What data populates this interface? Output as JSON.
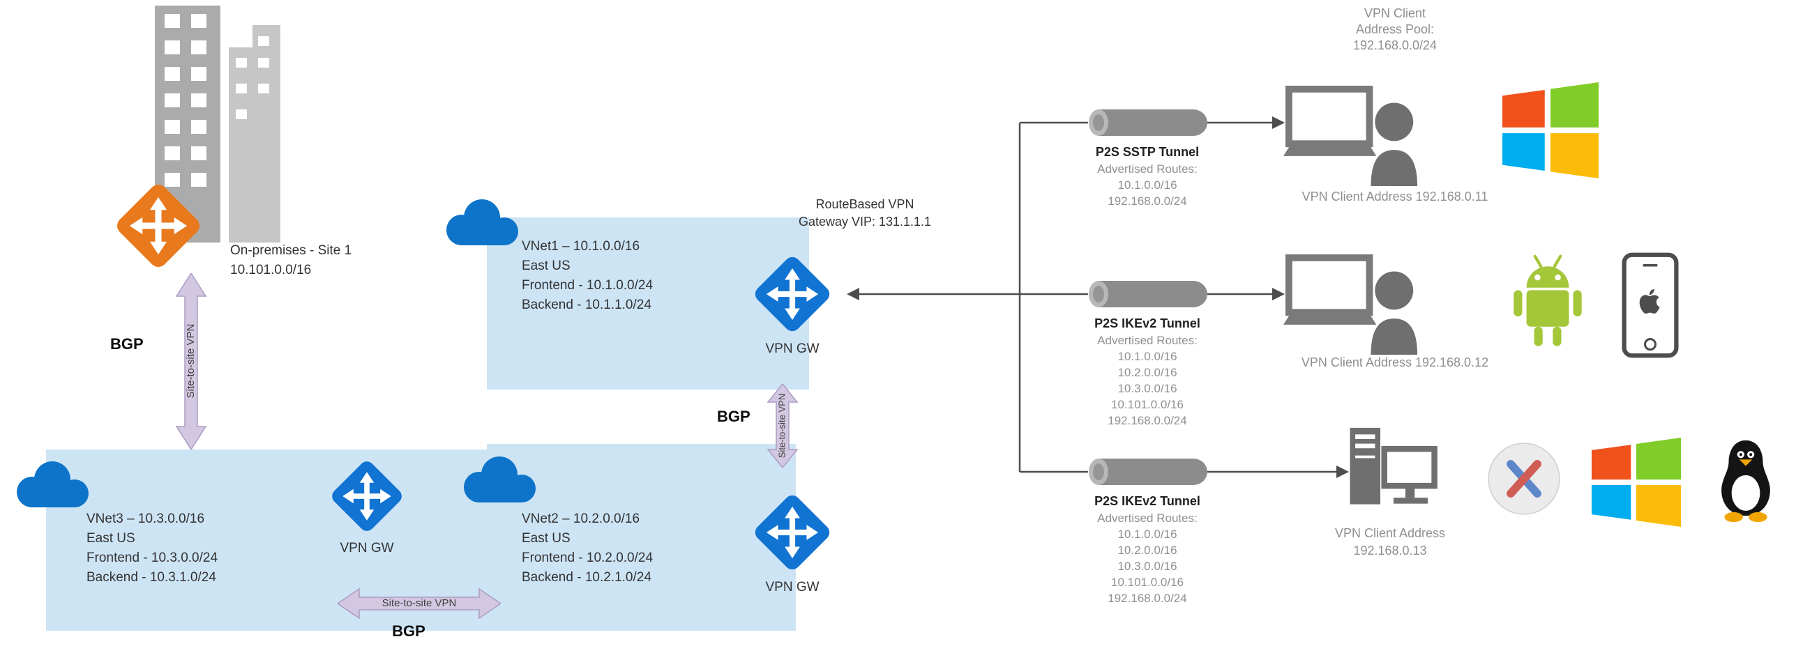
{
  "onprem": {
    "line1": "On-premises - Site 1",
    "line2": "10.101.0.0/16"
  },
  "labels": {
    "bgp": "BGP",
    "site_to_site": "Site-to-site VPN",
    "vpn_gw": "VPN GW"
  },
  "gateway_note": {
    "line1": "RouteBased VPN",
    "line2": "Gateway VIP: 131.1.1.1"
  },
  "client_pool": {
    "line1": "VPN Client",
    "line2": "Address Pool:",
    "line3": "192.168.0.0/24"
  },
  "vnets": {
    "vnet1": {
      "title": "VNet1 – 10.1.0.0/16",
      "region": "East US",
      "frontend": "Frontend - 10.1.0.0/24",
      "backend": "Backend - 10.1.1.0/24"
    },
    "vnet2": {
      "title": "VNet2 – 10.2.0.0/16",
      "region": "East US",
      "frontend": "Frontend - 10.2.0.0/24",
      "backend": "Backend - 10.2.1.0/24"
    },
    "vnet3": {
      "title": "VNet3 – 10.3.0.0/16",
      "region": "East US",
      "frontend": "Frontend - 10.3.0.0/24",
      "backend": "Backend - 10.3.1.0/24"
    }
  },
  "tunnels": [
    {
      "title": "P2S SSTP Tunnel",
      "routes_heading": "Advertised Routes:",
      "routes": [
        "10.1.0.0/16",
        "192.168.0.0/24"
      ]
    },
    {
      "title": "P2S IKEv2 Tunnel",
      "routes_heading": "Advertised Routes:",
      "routes": [
        "10.1.0.0/16",
        "10.2.0.0/16",
        "10.3.0.0/16",
        "10.101.0.0/16",
        "192.168.0.0/24"
      ]
    },
    {
      "title": "P2S IKEv2 Tunnel",
      "routes_heading": "Advertised Routes:",
      "routes": [
        "10.1.0.0/16",
        "10.2.0.0/16",
        "10.3.0.0/16",
        "10.101.0.0/16",
        "192.168.0.0/24"
      ]
    }
  ],
  "clients": [
    {
      "address": "VPN Client Address 192.168.0.11"
    },
    {
      "address": "VPN Client Address 192.168.0.12"
    },
    {
      "address_line1": "VPN Client Address",
      "address_line2": "192.168.0.13"
    }
  ],
  "colors": {
    "vnet_box": "#cde4f5",
    "gateway_blue": "#1173d2",
    "gateway_orange": "#e8791d",
    "cloud_blue": "#0d74c9",
    "arrow_purple": "#d3c8e1",
    "windows_red": "#f1511b",
    "windows_green": "#80cc28",
    "windows_blue": "#00adef",
    "windows_yellow": "#fbbc09",
    "android_green": "#a4c639"
  }
}
